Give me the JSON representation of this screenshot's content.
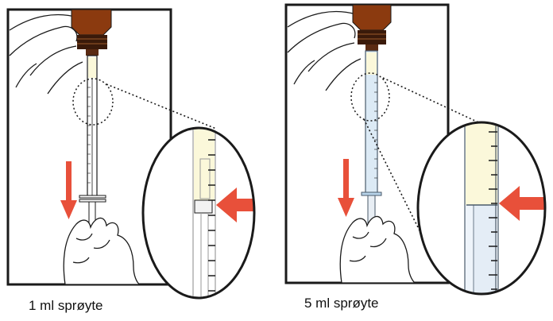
{
  "panels": [
    {
      "caption": "1 ml sprøyte",
      "syringe_volume_ml": 1
    },
    {
      "caption": "5 ml sprøyte",
      "syringe_volume_ml": 5
    }
  ],
  "colors": {
    "outline": "#1a1a1a",
    "arrow": "#e8503a",
    "bottle": "#8b3a0f",
    "bottle_cap": "#3a1a0a",
    "liquid": "#fbf8da",
    "syringe_5ml_tint": "#dceaf5"
  },
  "icons": {
    "down_arrow": "red-down-arrow",
    "pointer_arrow": "red-left-arrow",
    "magnifier": "zoom-circle"
  }
}
